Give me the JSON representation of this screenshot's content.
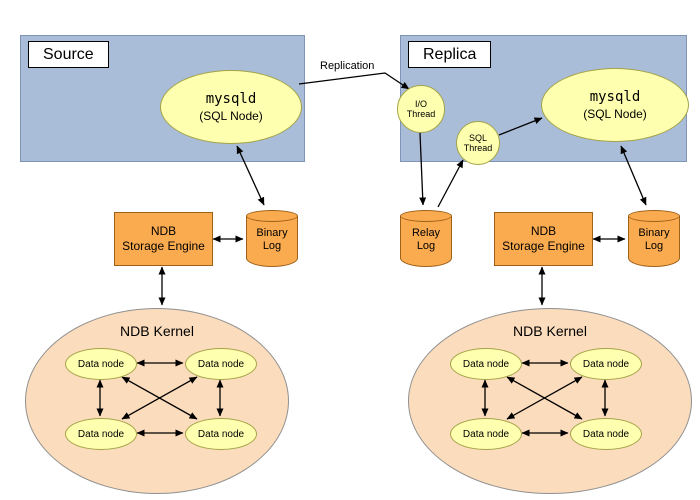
{
  "colors": {
    "blue_box": "#aabdd8",
    "blue_border": "#7f94b6",
    "node_yellow": "#ffffb0",
    "yellow_border": "#a3a348",
    "orange": "#fbab4f",
    "orange_border": "#9f6018",
    "peach": "#fbdcbc",
    "peach_border": "#909090",
    "arrow": "#000000"
  },
  "replication_label": "Replication",
  "source": {
    "title": "Source",
    "mysqld": "mysqld",
    "mysqld_sub": "(SQL Node)",
    "storage_engine": "NDB\nStorage Engine",
    "binary_log": "Binary\nLog",
    "kernel_title": "NDB Kernel",
    "data_nodes": [
      "Data node",
      "Data node",
      "Data node",
      "Data node"
    ]
  },
  "replica": {
    "title": "Replica",
    "mysqld": "mysqld",
    "mysqld_sub": "(SQL Node)",
    "io_thread": "I/O\nThread",
    "sql_thread": "SQL\nThread",
    "relay_log": "Relay\nLog",
    "storage_engine": "NDB\nStorage Engine",
    "binary_log": "Binary\nLog",
    "kernel_title": "NDB Kernel",
    "data_nodes": [
      "Data node",
      "Data node",
      "Data node",
      "Data node"
    ]
  }
}
